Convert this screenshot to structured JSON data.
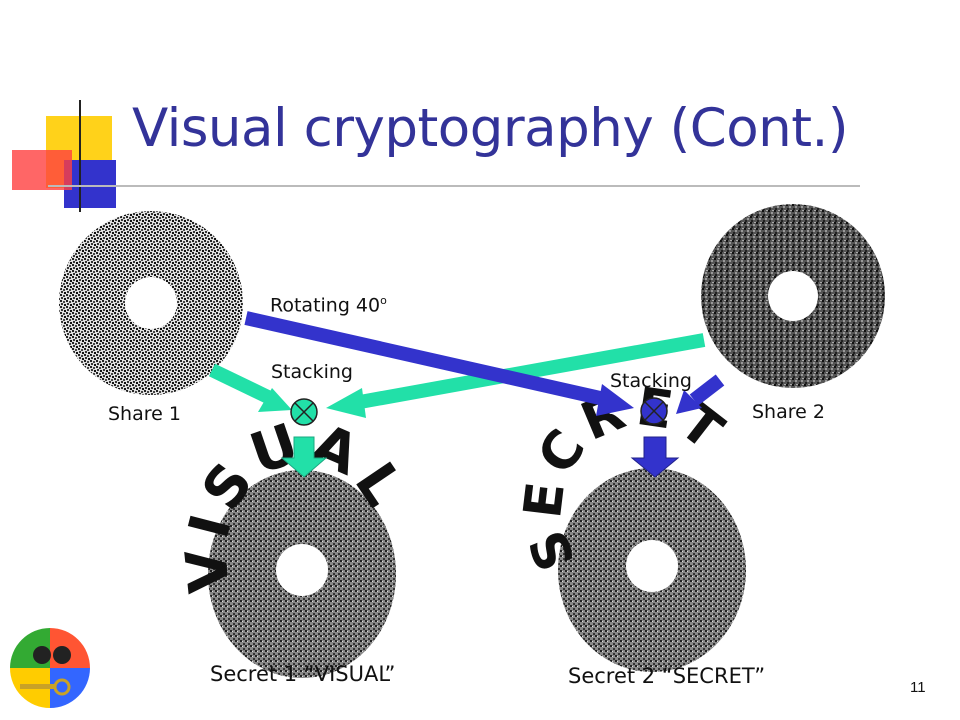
{
  "slide": {
    "title": "Visual cryptography (Cont.)",
    "page_number": "11"
  },
  "diagram": {
    "share1_label": "Share 1",
    "share2_label": "Share 2",
    "rotating_label": "Rotating 40",
    "rotating_sup": "o",
    "stacking_left": "Stacking",
    "stacking_right": "Stacking",
    "secret1_label": "Secret 1 “VISUAL”",
    "secret2_label": "Secret 2 “SECRET”",
    "secret1_word": "VISUAL",
    "secret2_word": "SECRET"
  },
  "colors": {
    "title": "#333399",
    "accent_blue": "#3333cc",
    "accent_green": "#22e0a8",
    "deco_yellow": "#ffd21a",
    "deco_red": "#ff4040"
  }
}
